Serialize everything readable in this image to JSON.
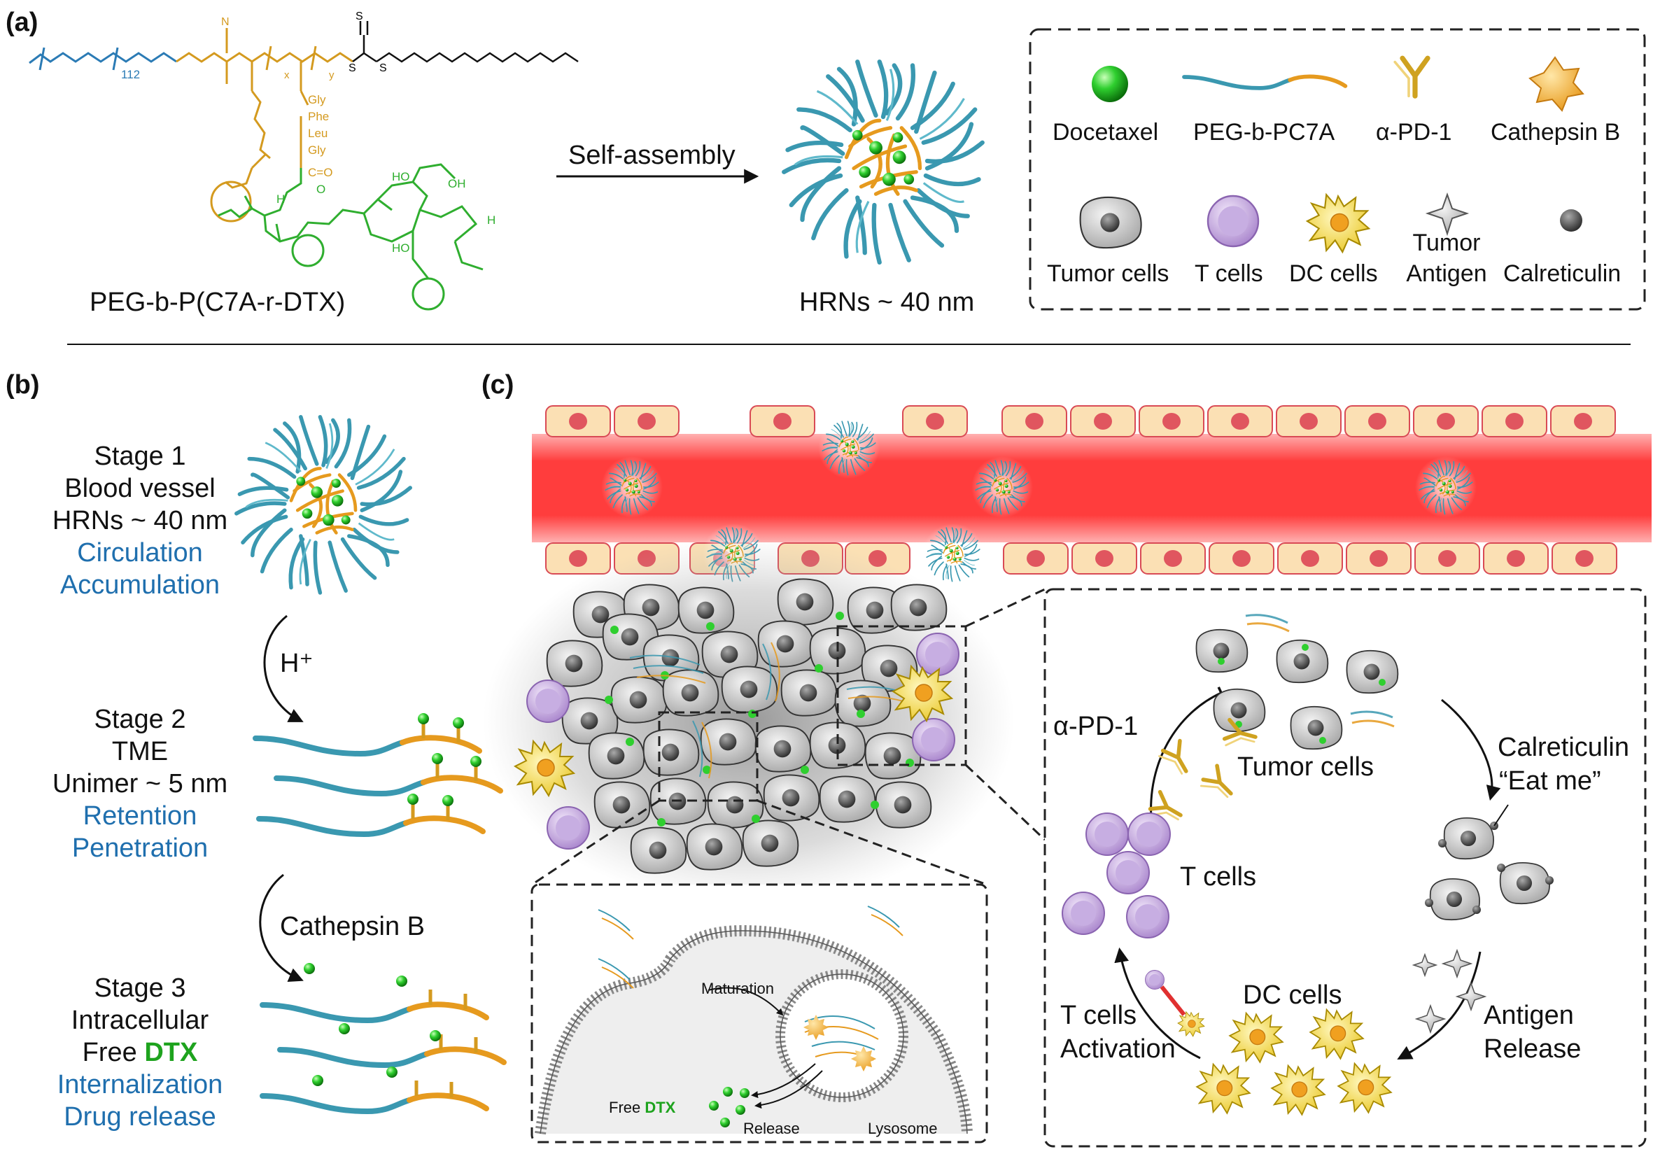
{
  "panel_a": {
    "tag": "(a)",
    "polymer_label": "PEG-b-P(C7A-r-DTX)",
    "chem_labels": {
      "peg_repeat": "112",
      "x": "x",
      "y": "y",
      "nitrile": "N",
      "sulfur1": "S",
      "sulfur2": "S",
      "sulfur3": "S",
      "gly1": "Gly",
      "phe": "Phe",
      "leu": "Leu",
      "gly2": "Gly",
      "carbonyl": "C=O",
      "ho1": "HO",
      "oh2": "OH",
      "o1": "O",
      "h1": "H",
      "ho3": "HO",
      "h2": "H"
    },
    "arrow_label": "Self-assembly",
    "nanoparticle_label": "HRNs ~ 40 nm",
    "legend": {
      "docetaxel": "Docetaxel",
      "peg_pc7a": "PEG-b-PC7A",
      "anti_pd1": "α-PD-1",
      "cathepsin": "Cathepsin B",
      "tumor_cells": "Tumor cells",
      "t_cells": "T cells",
      "dc_cells": "DC cells",
      "tumor_antigen_line1": "Tumor",
      "tumor_antigen_line2": "Antigen",
      "calreticulin": "Calreticulin"
    },
    "colors": {
      "peg": "#2b7bb5",
      "c7a": "#d49a1f",
      "dtx": "#2fae2f",
      "shell": "#3a98b0",
      "core": "#e69a1e"
    }
  },
  "panel_b": {
    "tag": "(b)",
    "stage1": {
      "l1": "Stage 1",
      "l2": "Blood vessel",
      "l3": "HRNs ~ 40 nm",
      "l4": "Circulation",
      "l5": "Accumulation"
    },
    "arrow1": "H⁺",
    "stage2": {
      "l1": "Stage 2",
      "l2": "TME",
      "l3": "Unimer ~ 5 nm",
      "l4": "Retention",
      "l5": "Penetration"
    },
    "arrow2": "Cathepsin B",
    "stage3": {
      "l1": "Stage 3",
      "l2": "Intracellular",
      "l3a": "Free ",
      "l3b": "DTX",
      "l4": "Internalization",
      "l5": "Drug release"
    }
  },
  "panel_c": {
    "tag": "(c)",
    "inset_lysosome": {
      "maturation": "Maturation",
      "free": "Free ",
      "dtx": "DTX",
      "release": "Release",
      "lysosome": "Lysosome"
    },
    "cycle": {
      "anti_pd1": "α-PD-1",
      "tumor_cells": "Tumor cells",
      "calreticulin": "Calreticulin",
      "eat_me": "“Eat me”",
      "t_cells": "T cells",
      "dc_cells": "DC cells",
      "t_act1": "T cells",
      "t_act2": "Activation",
      "antigen1": "Antigen",
      "antigen2": "Release"
    },
    "colors": {
      "vessel": "#f44040",
      "endothelial": "#fbe0b4",
      "nucleus": "#e0565f",
      "tcell": "#c9a8e0",
      "dc": "#f2d43a"
    }
  }
}
